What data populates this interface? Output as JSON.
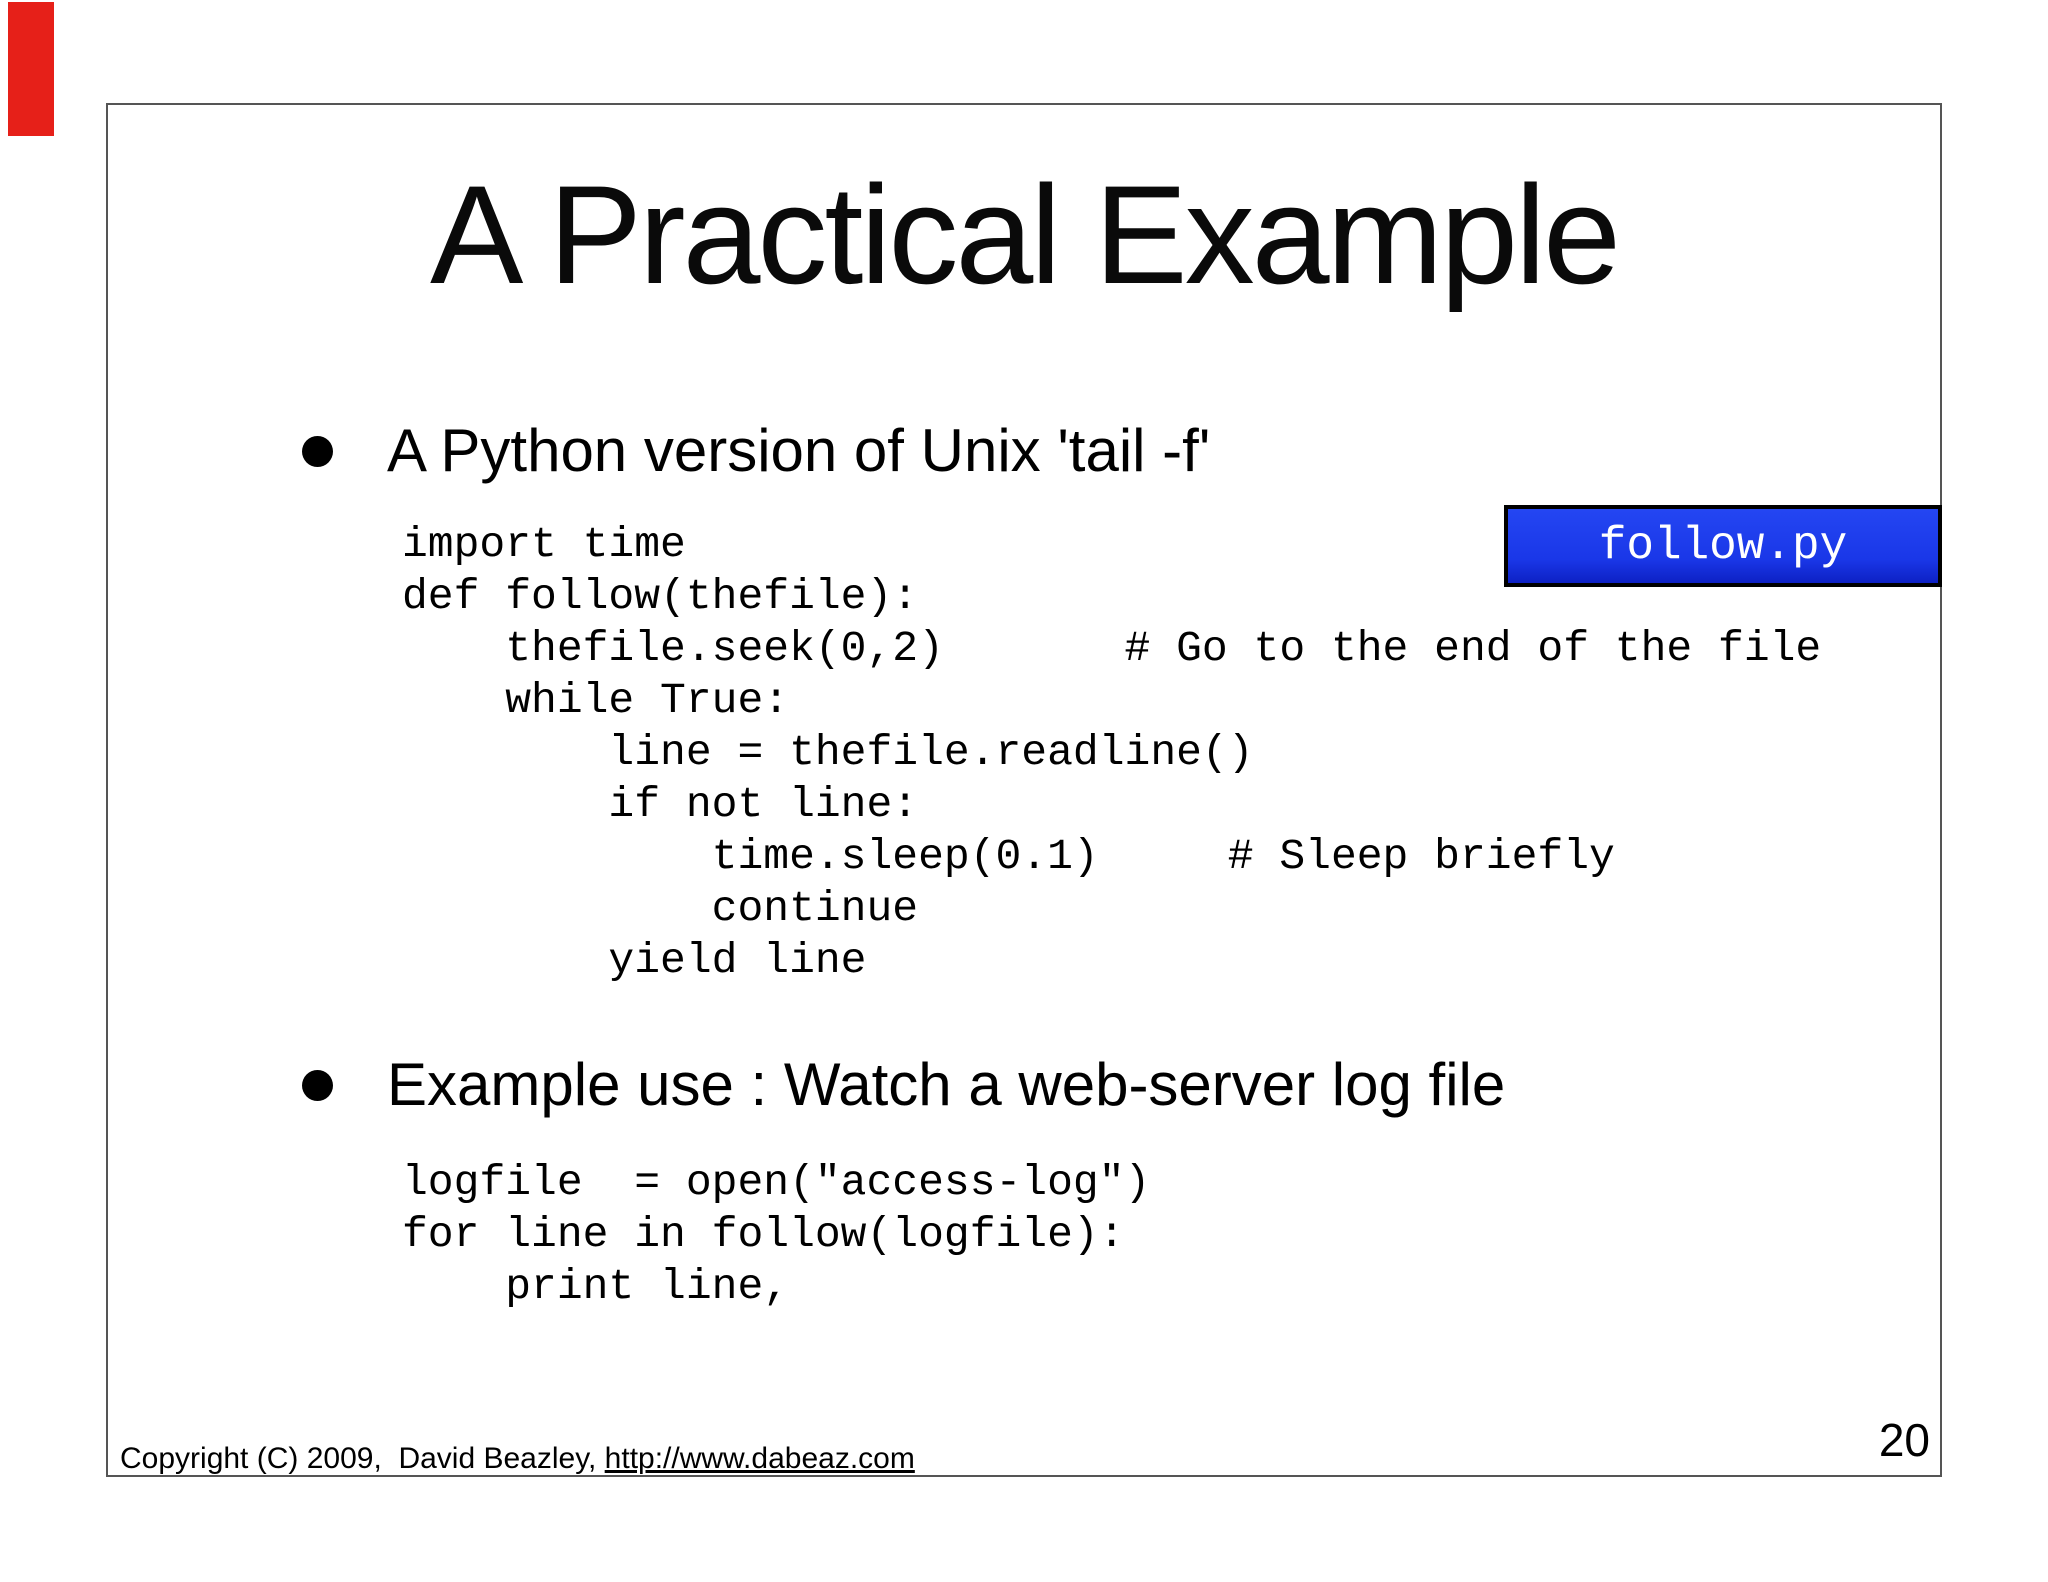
{
  "slide": {
    "title": "A Practical Example",
    "bullets": [
      {
        "text": "A Python version of Unix 'tail -f'"
      },
      {
        "text": "Example use : Watch a web-server log file"
      }
    ],
    "badge": {
      "label": "follow.py"
    },
    "code_blocks": [
      {
        "lines": [
          "import time",
          "def follow(thefile):",
          "    thefile.seek(0,2)       # Go to the end of the file",
          "    while True:",
          "        line = thefile.readline()",
          "        if not line:",
          "            time.sleep(0.1)     # Sleep briefly",
          "            continue",
          "        yield line"
        ]
      },
      {
        "lines": [
          "logfile  = open(\"access-log\")",
          "for line in follow(logfile):",
          "    print line,"
        ]
      }
    ],
    "footer": {
      "copyright": "Copyright (C) 2009,  David Beazley, ",
      "link": "http://www.dabeaz.com"
    },
    "page_number": "20"
  },
  "colors": {
    "badge_background": "#1a37e8",
    "badge_border": "#000000",
    "badge_text": "#ffffff",
    "slide_border": "#555555",
    "red_marker": "#e62019",
    "text": "#000000",
    "background": "#ffffff"
  }
}
